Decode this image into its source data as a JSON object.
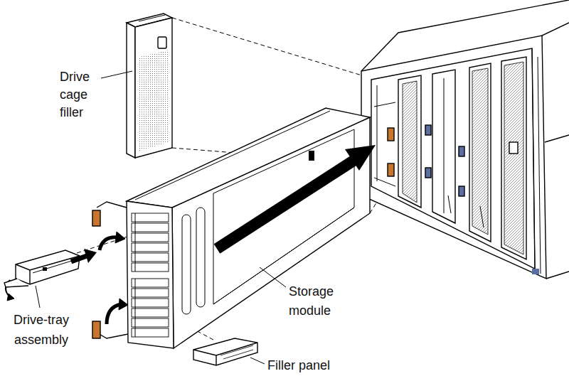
{
  "diagram": {
    "labels": [
      "Drive cage filler",
      "Drive-tray assembly",
      "Storage module",
      "Filler panel"
    ]
  }
}
